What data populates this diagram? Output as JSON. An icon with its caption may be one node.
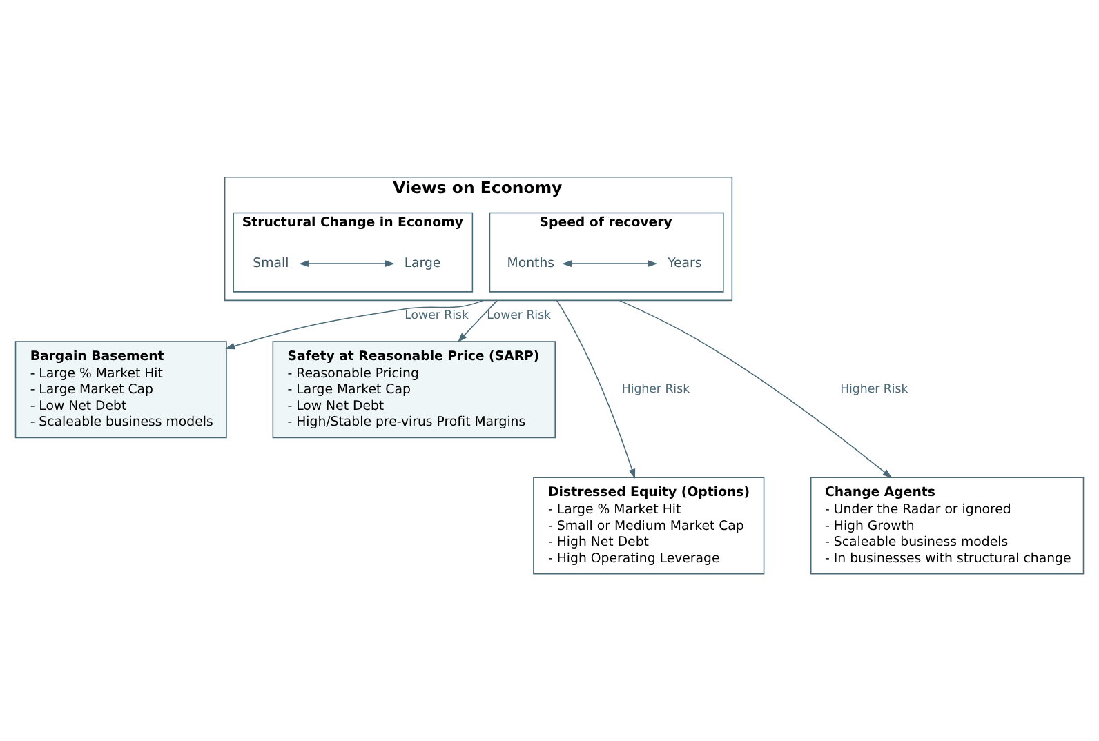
{
  "diagram": {
    "nodes": [
      {
        "text": [
          "Views on Economy"
        ]
      },
      {
        "text": [
          "Speed of recovery"
        ],
        "in": 0
      },
      {
        "text": [
          "Months"
        ],
        "in": 1
      },
      {
        "text": [
          "Years"
        ],
        "in": 1
      },
      {
        "text": [
          "Structural Change in Economy"
        ],
        "in": 0
      },
      {
        "text": [
          "Small"
        ],
        "in": 4
      },
      {
        "text": [
          "Large"
        ],
        "in": 4
      },
      {
        "text": [
          "Bargain Basement",
          "- Large % Market Hit",
          "- Large Market Cap",
          "- Low Net Debt",
          "- Scaleable business models"
        ]
      },
      {
        "text": [
          "Safety at Reasonable Price (SARP)",
          "- Reasonable Pricing",
          "- Large Market Cap",
          "- Low Net Debt",
          "- High/Stable pre-virus Profit Margins"
        ]
      },
      {
        "text": [
          "Distressed Equity (Options)",
          "- Large % Market Hit",
          "- Small or Medium Market Cap",
          "- High Net Debt",
          "- High Operating Leverage"
        ]
      },
      {
        "text": [
          "Change Agents",
          "- Under the Radar or ignored",
          "- High Growth",
          "- Scaleable business models",
          "- In businesses with structural change"
        ]
      }
    ],
    "edges": [
      {
        "from": 2,
        "to": 3,
        "arrow": "both"
      },
      {
        "from": 5,
        "to": 6,
        "arrow": "both"
      },
      {
        "from": 0,
        "to": 7,
        "arrow": "to",
        "label": "Lower Risk"
      },
      {
        "from": 0,
        "to": 9,
        "arrow": "to",
        "label": "Higher Risk"
      },
      {
        "from": 0,
        "to": 8,
        "arrow": "to",
        "label": "Lower Risk"
      },
      {
        "from": 0,
        "to": 10,
        "arrow": "to",
        "label": "Higher Risk"
      }
    ]
  }
}
